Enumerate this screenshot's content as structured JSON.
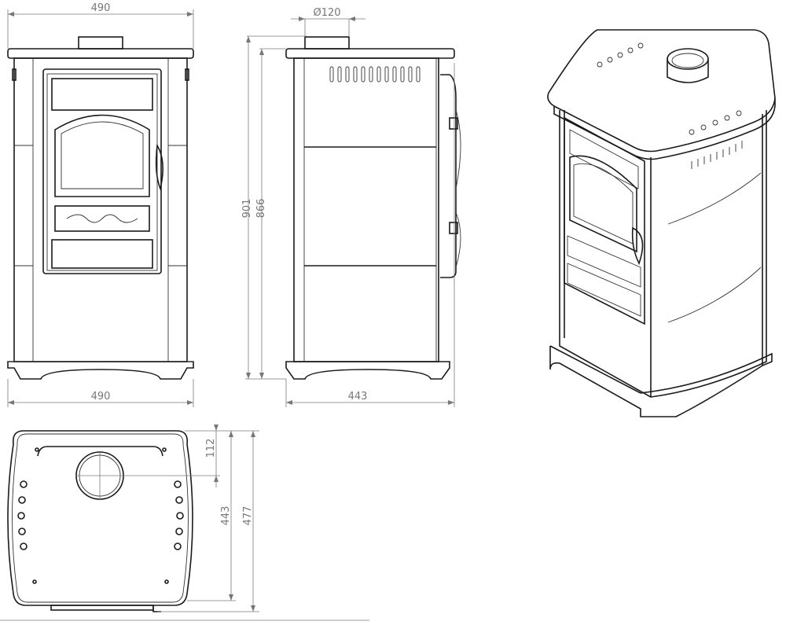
{
  "dimensions": {
    "front_width_top": "490",
    "front_width_bottom": "490",
    "flue_diameter": "Ø120",
    "total_height": "901",
    "body_height": "866",
    "side_depth": "443",
    "top_flue_offset": "112",
    "top_depth_body": "443",
    "top_depth_total": "477"
  }
}
